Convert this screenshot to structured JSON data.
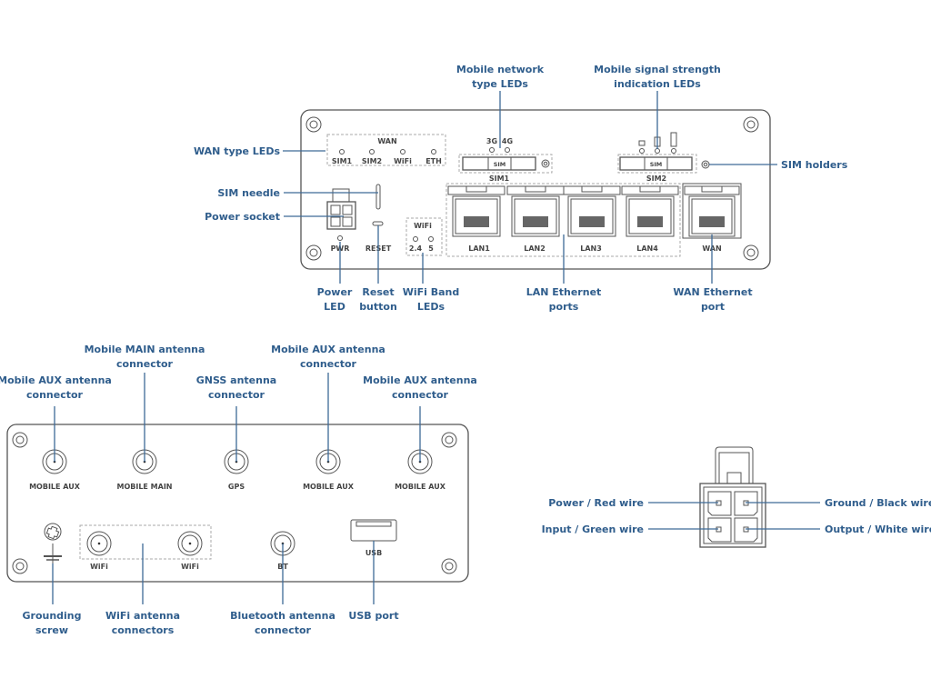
{
  "colors": {
    "label": "#2f5d8c",
    "line": "#3d6a96",
    "outline": "#555555"
  },
  "front_panel": {
    "labels": {
      "wan_type_leds": "WAN type LEDs",
      "sim_needle": "SIM needle",
      "power_socket": "Power socket",
      "mobile_network_type": [
        "Mobile network",
        "type LEDs"
      ],
      "mobile_signal": [
        "Mobile signal strength",
        "indication LEDs"
      ],
      "sim_holders": "SIM holders",
      "power_led": [
        "Power",
        "LED"
      ],
      "reset_button": [
        "Reset",
        "button"
      ],
      "wifi_band": [
        "WiFi Band",
        "LEDs"
      ],
      "lan_ports": [
        "LAN Ethernet",
        "ports"
      ],
      "wan_port": [
        "WAN Ethernet",
        "port"
      ]
    },
    "device_text": {
      "wan": "WAN",
      "wan_leds": [
        "SIM1",
        "SIM2",
        "WiFi",
        "ETH"
      ],
      "net_types": [
        "3G",
        "4G"
      ],
      "sim": "SIM",
      "sim1": "SIM1",
      "sim2": "SIM2",
      "pwr": "PWR",
      "reset": "RESET",
      "wifi": "WiFi",
      "bands": [
        "2.4",
        "5"
      ],
      "lan": [
        "LAN1",
        "LAN2",
        "LAN3",
        "LAN4"
      ],
      "wan_port": "WAN"
    }
  },
  "back_panel": {
    "top_labels": [
      [
        "Mobile AUX antenna",
        "connector"
      ],
      [
        "Mobile MAIN antenna",
        "connector"
      ],
      [
        "GNSS antenna",
        "connector"
      ],
      [
        "Mobile AUX antenna",
        "connector"
      ],
      [
        "Mobile AUX antenna",
        "connector"
      ]
    ],
    "antenna_text": [
      "MOBILE AUX",
      "MOBILE MAIN",
      "GPS",
      "MOBILE AUX",
      "MOBILE AUX"
    ],
    "bottom_text": {
      "wifi": "WiFi",
      "bt": "BT",
      "usb": "USB"
    },
    "bottom_labels": {
      "grounding": [
        "Grounding",
        "screw"
      ],
      "wifi": [
        "WiFi antenna",
        "connectors"
      ],
      "bt": [
        "Bluetooth antenna",
        "connector"
      ],
      "usb": "USB port"
    }
  },
  "power_connector": {
    "pins": [
      "Power / Red wire",
      "Ground / Black wire",
      "Input / Green wire",
      "Output / White wire"
    ]
  }
}
